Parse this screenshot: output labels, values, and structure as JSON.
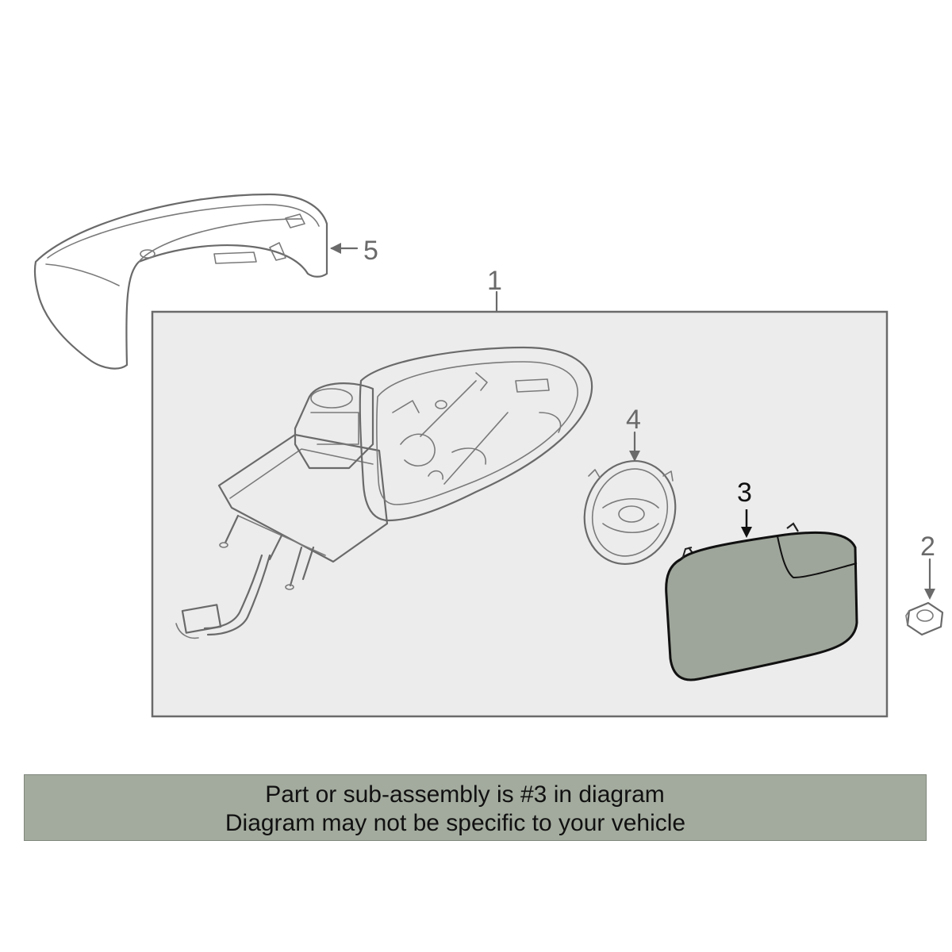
{
  "callouts": {
    "one": "1",
    "two": "2",
    "three": "3",
    "four": "4",
    "five": "5"
  },
  "caption": {
    "line1": "Part or sub-assembly is #3 in diagram",
    "line2": "Diagram may not be specific to your vehicle"
  },
  "colors": {
    "caption_background": "#a3ab9e",
    "highlighted_part_fill": "#9ea59a",
    "assembly_background": "#ececec",
    "line_color": "#6a6a6a"
  }
}
